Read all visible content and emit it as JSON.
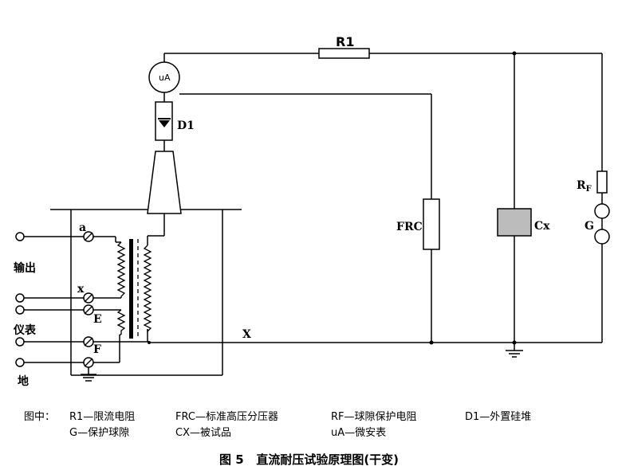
{
  "diagram": {
    "labels": {
      "r1": "R1",
      "ua": "uA",
      "d1": "D1",
      "frc": "FRC",
      "cx": "Cx",
      "rf_main": "R",
      "rf_sub": "F",
      "g": "G",
      "x_line": "X",
      "terminal_a": "a",
      "terminal_x": "x",
      "terminal_e": "E",
      "terminal_f": "F",
      "output": "输出",
      "meter": "仪表",
      "ground": "地"
    }
  },
  "legend": {
    "prefix": "图中：",
    "r1": "R1—限流电阻",
    "frc": "FRC—标准高压分压器",
    "rf": "RF—球隙保护电阻",
    "d1": "D1—外置硅堆",
    "g": "G—保护球隙",
    "cx": "CX—被试品",
    "ua": "uA—微安表"
  },
  "caption": {
    "figure_no": "图 5",
    "title": "直流耐压试验原理图(干变)"
  }
}
